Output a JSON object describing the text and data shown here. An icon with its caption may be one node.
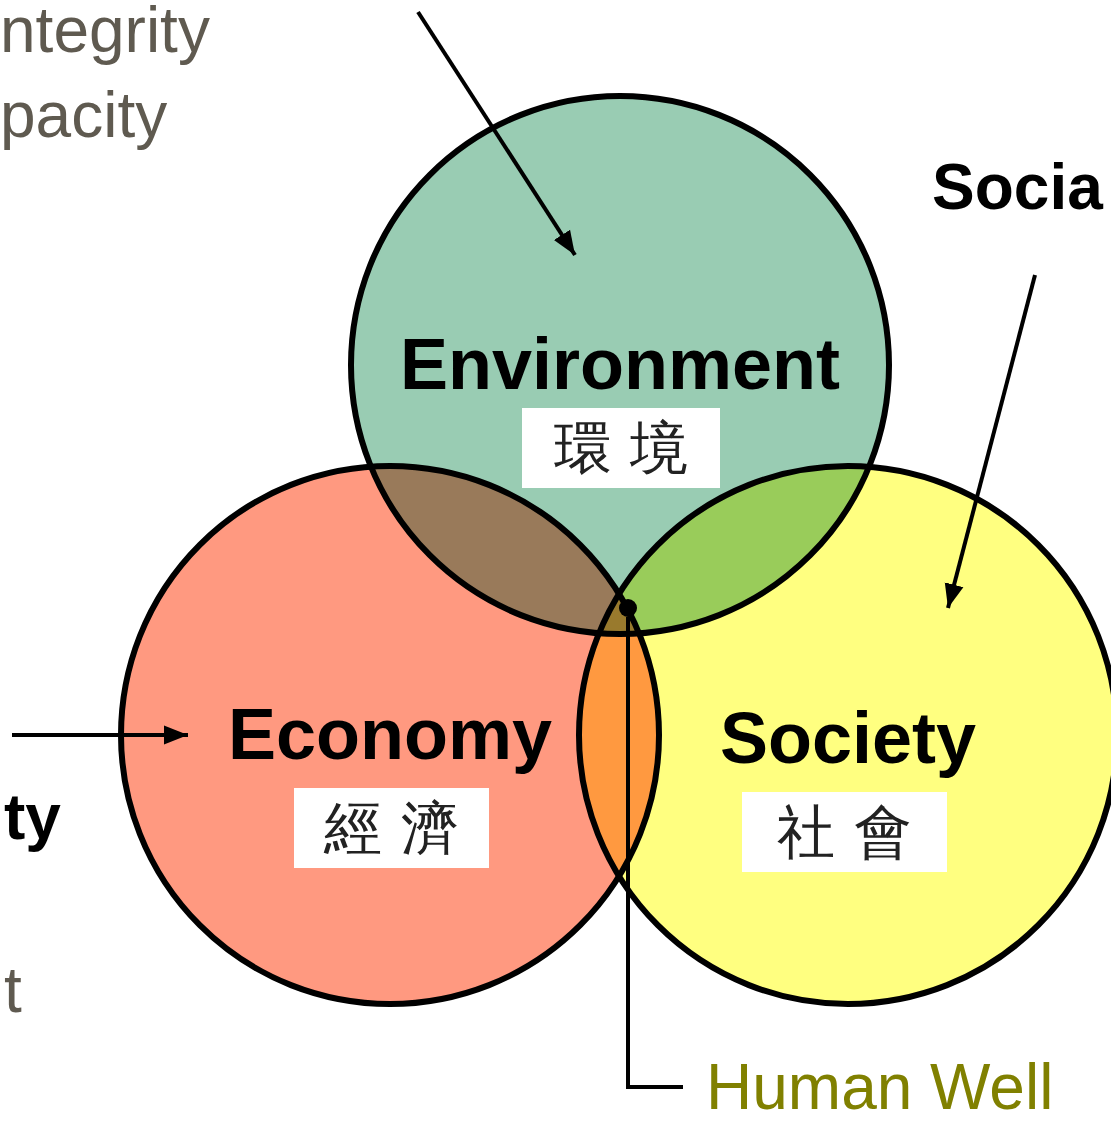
{
  "diagram": {
    "nodes": [
      {
        "text": [
          "Environment",
          "環 境"
        ]
      },
      {
        "text": [
          "Economy",
          "經 濟"
        ]
      },
      {
        "text": [
          "Society",
          "社 會"
        ]
      },
      {
        "text": [
          "Socia"
        ]
      },
      {
        "text": [
          "Human Well"
        ]
      },
      {
        "text": [],
        "shape": "circle"
      }
    ],
    "edges": [
      {
        "from": null,
        "to": 0,
        "arrow": "to"
      },
      {
        "from": 3,
        "to": 2,
        "arrow": "to"
      },
      {
        "from": null,
        "to": 1,
        "arrow": "to"
      },
      {
        "from": 4,
        "to": 5,
        "arrow": "none"
      }
    ],
    "labels": [
      "ntegrity",
      "pacity",
      "ty",
      "t"
    ]
  }
}
